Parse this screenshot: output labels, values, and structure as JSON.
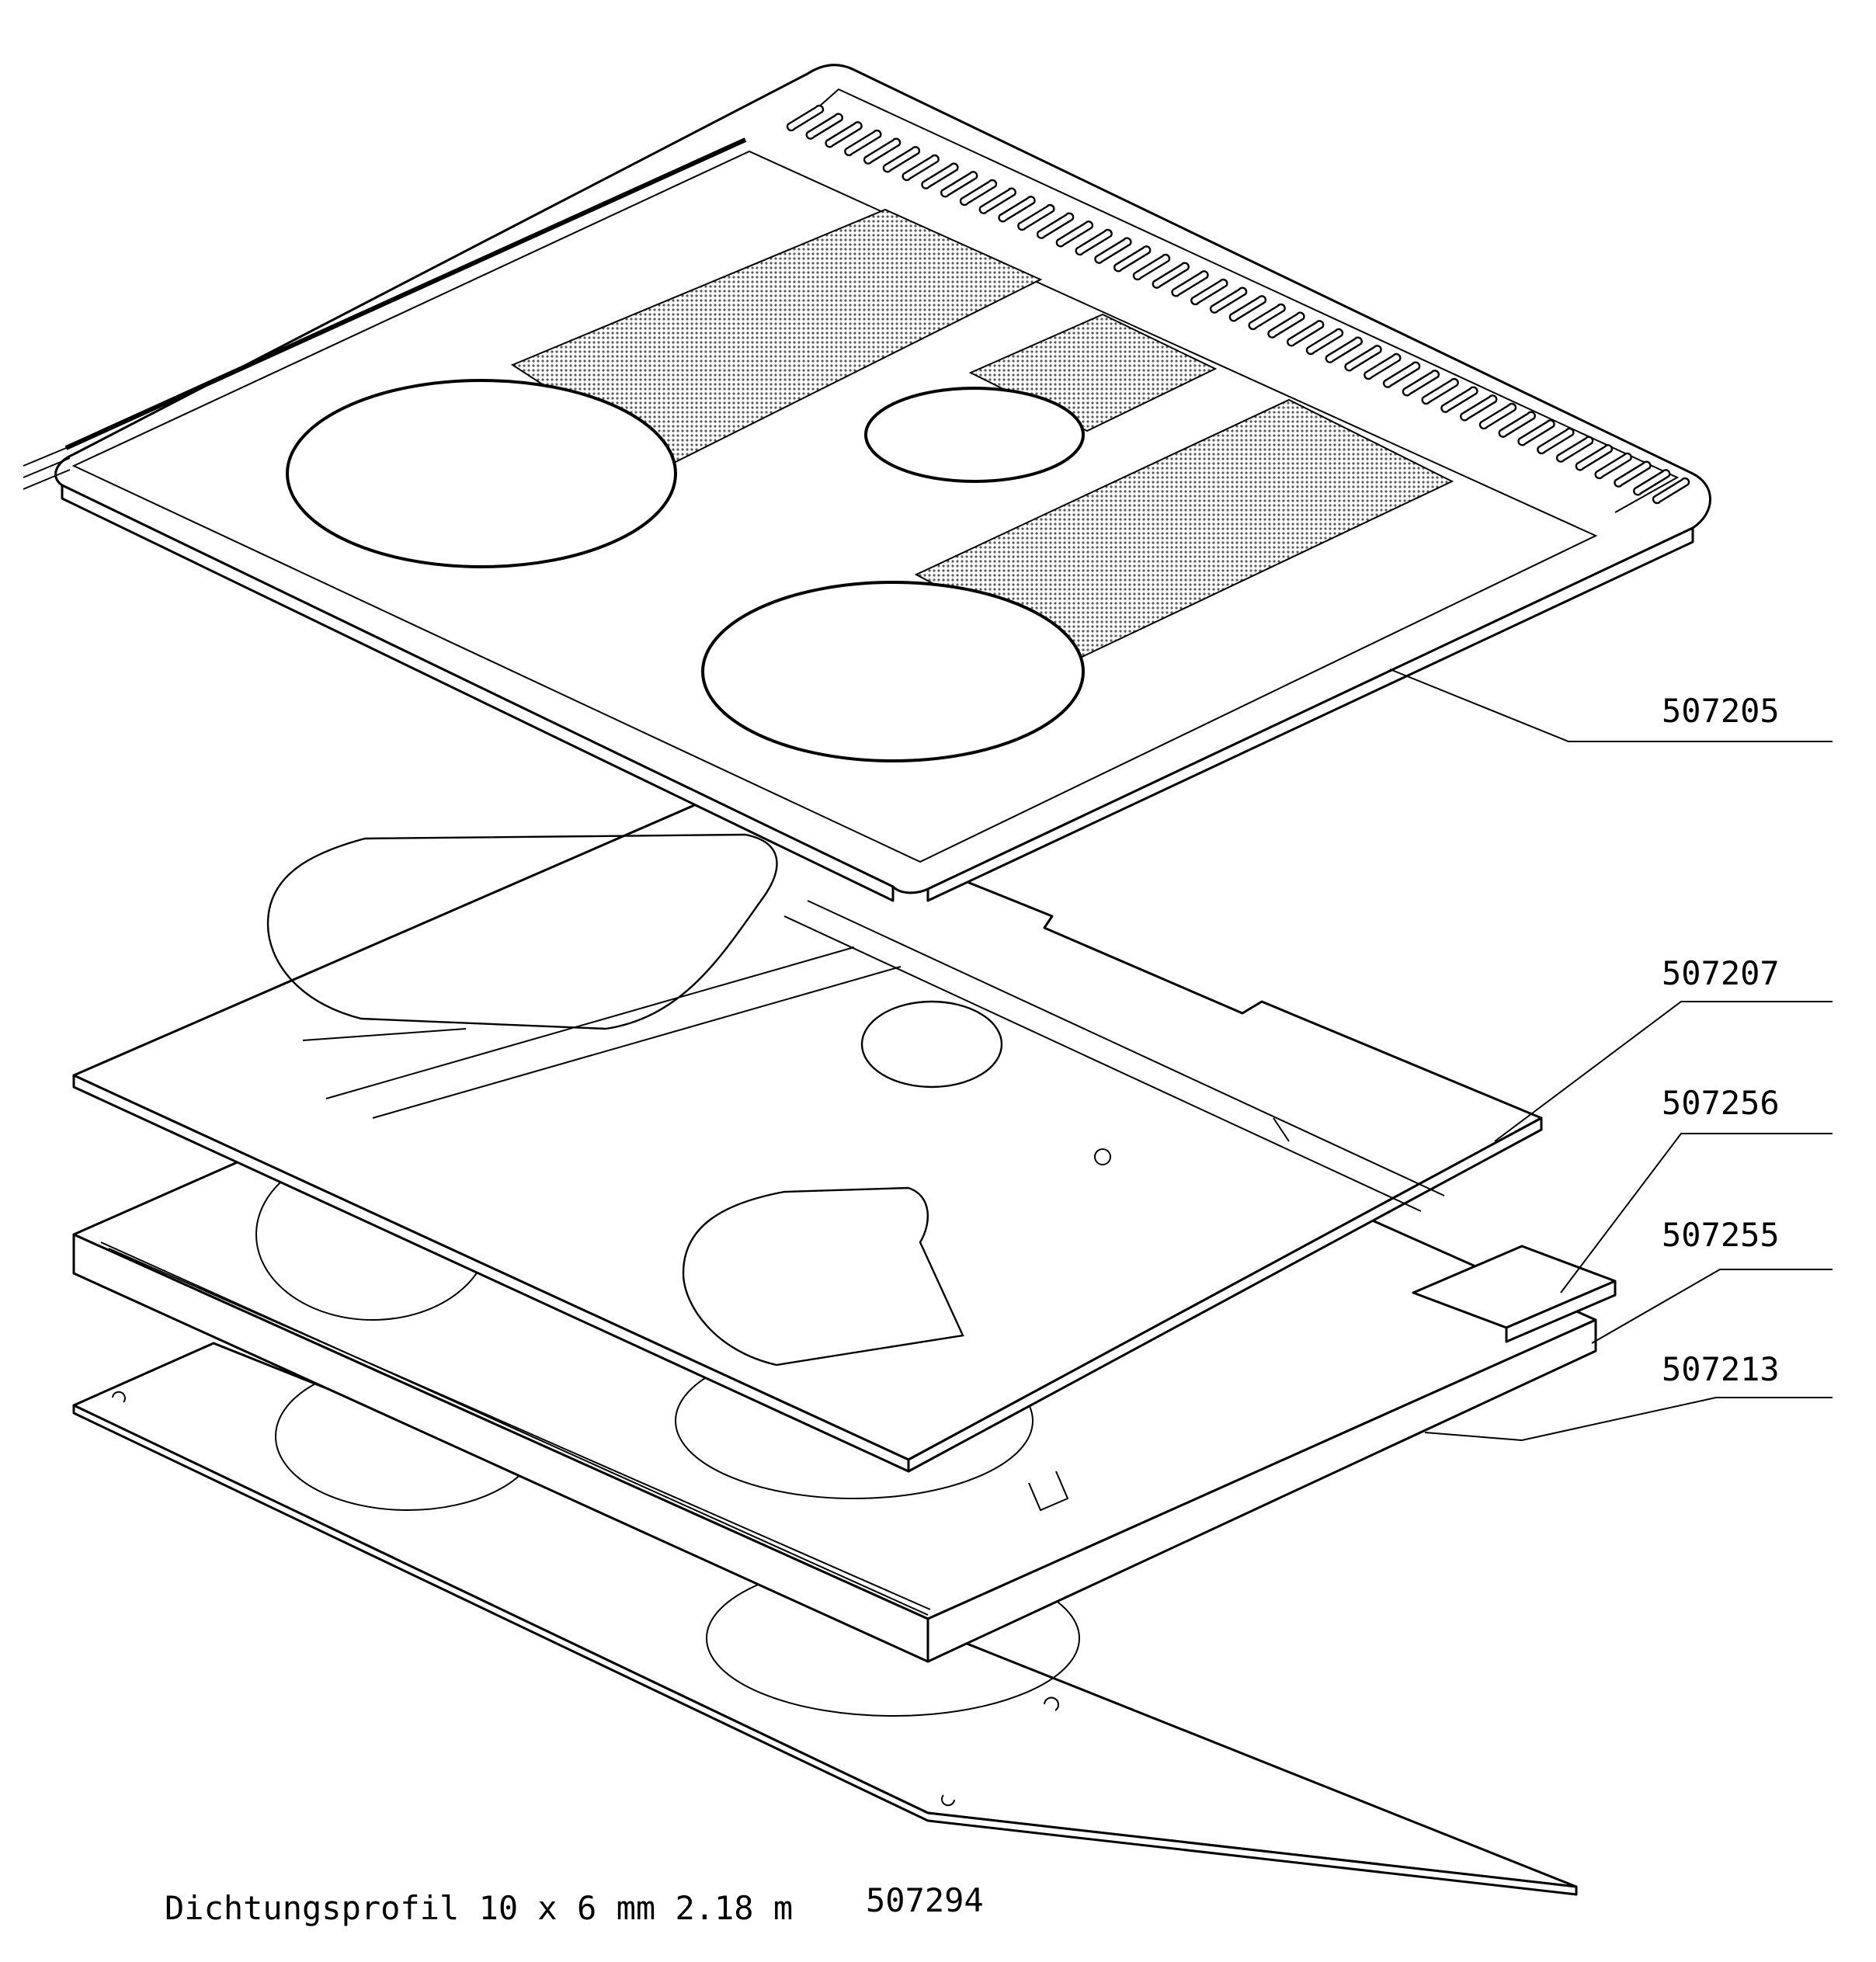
{
  "labels": {
    "ceramic_top": "507205",
    "heater_frame": "507207",
    "bracket": "507256",
    "insulation": "507255",
    "base_plate": "507213"
  },
  "footer": {
    "description": "Dichtungsprofil 10 x 6 mm 2.18 m",
    "part_number": "507294"
  }
}
